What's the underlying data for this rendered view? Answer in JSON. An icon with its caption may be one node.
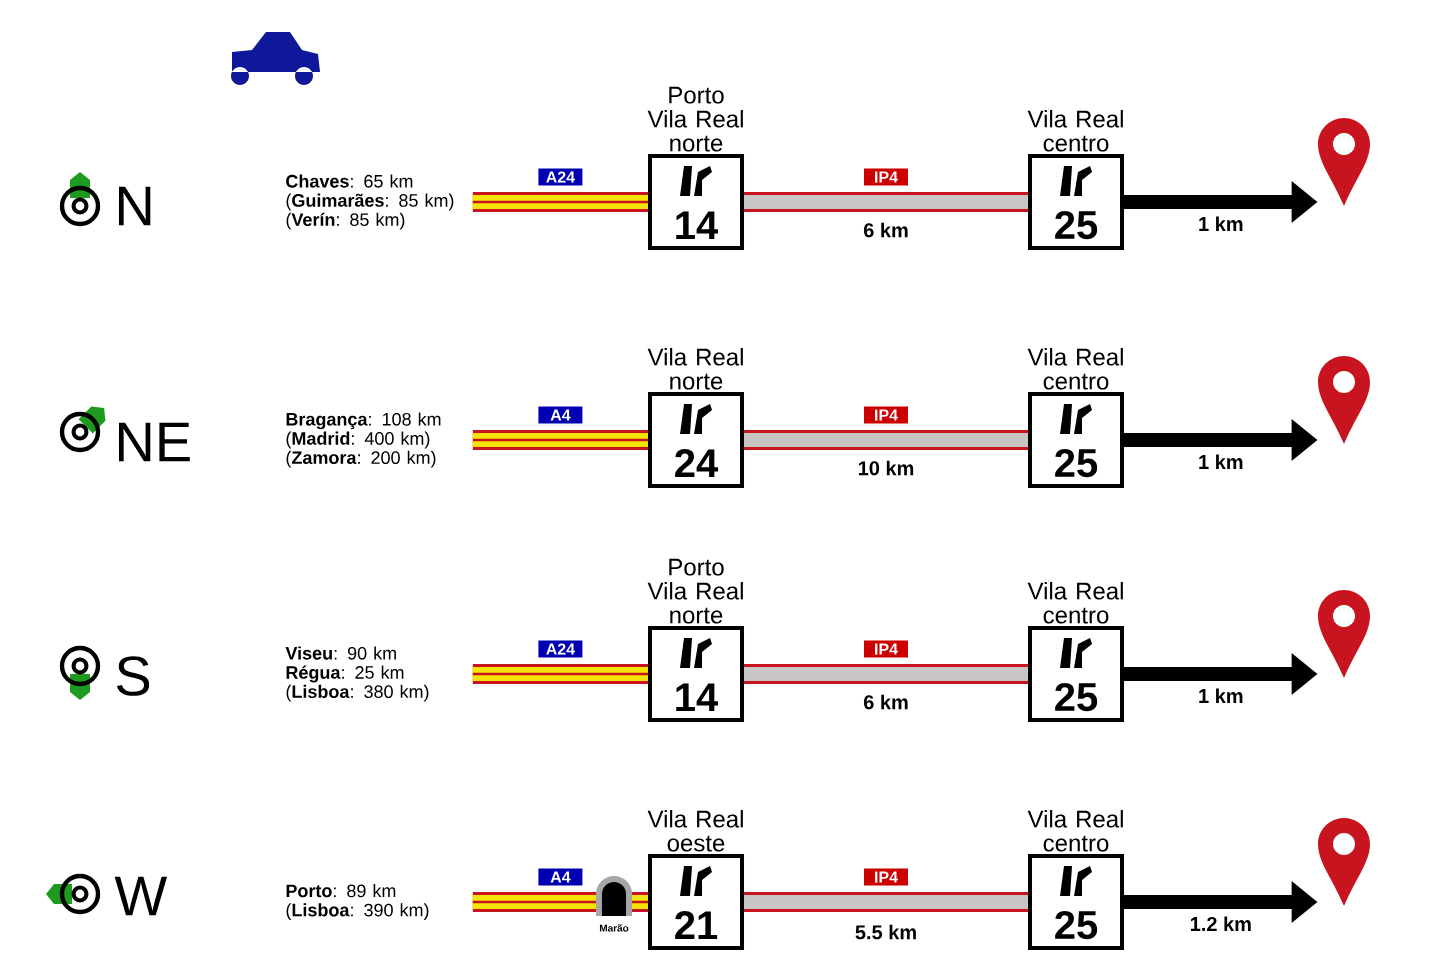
{
  "diagram": {
    "nodes": [
      {
        "text": [
          "**Chaves**: 65 km",
          "(**Guimarães**: 85 km)",
          "(**Verín**: 85 km)"
        ]
      },
      {
        "text": [
          "Porto Vila Real norte",
          "14"
        ]
      },
      {
        "text": [
          "Vila Real centro",
          "25"
        ]
      },
      {
        "text": [],
        "shape": "pin"
      },
      {
        "text": [
          "**Bragança**: 108 km",
          "(**Madrid**: 400 km)",
          "(**Zamora**: 200 km)"
        ]
      },
      {
        "text": [
          "Vila Real norte",
          "24"
        ]
      },
      {
        "text": [
          "Vila Real centro",
          "25"
        ]
      },
      {
        "text": [],
        "shape": "pin"
      },
      {
        "text": [
          "**Viseu**: 90 km",
          "**Régua**: 25 km",
          "(**Lisboa**: 380 km)"
        ]
      },
      {
        "text": [
          "Porto Vila Real norte",
          "14"
        ]
      },
      {
        "text": [
          "Vila Real centro",
          "25"
        ]
      },
      {
        "text": [],
        "shape": "pin"
      },
      {
        "text": [
          "**Porto**: 89 km",
          "(**Lisboa**: 390 km)"
        ]
      },
      {
        "text": [
          "Vila Real oeste",
          "21"
        ]
      },
      {
        "text": [
          "Vila Real centro",
          "25"
        ]
      },
      {
        "text": [],
        "shape": "pin"
      }
    ],
    "edges": [
      {
        "from": 0,
        "to": 1,
        "arrow": "none",
        "label": "A24"
      },
      {
        "from": 1,
        "to": 2,
        "arrow": "none",
        "label": "IP4"
      },
      {
        "from": 2,
        "to": 3,
        "arrow": "to",
        "label": "1 km",
        "color": "#000000"
      },
      {
        "from": 4,
        "to": 5,
        "arrow": "none",
        "label": "A4"
      },
      {
        "from": 5,
        "to": 6,
        "arrow": "none",
        "label": "IP4"
      },
      {
        "from": 6,
        "to": 7,
        "arrow": "to",
        "label": "1 km",
        "color": "#000000"
      },
      {
        "from": 8,
        "to": 9,
        "arrow": "none",
        "label": "A24"
      },
      {
        "from": 9,
        "to": 10,
        "arrow": "none",
        "label": "IP4"
      },
      {
        "from": 10,
        "to": 11,
        "arrow": "to",
        "label": "1 km",
        "color": "#000000"
      },
      {
        "from": 12,
        "to": 13,
        "arrow": "none",
        "label": "A4"
      },
      {
        "from": 13,
        "to": 14,
        "arrow": "none",
        "label": "IP4"
      },
      {
        "from": 14,
        "to": 15,
        "arrow": "to",
        "label": "1.2 km",
        "color": "#000000"
      }
    ],
    "labels": [
      "N",
      "6 km",
      "NE",
      "10 km",
      "S",
      "6 km",
      "W",
      "Marão",
      "5.5 km"
    ]
  }
}
